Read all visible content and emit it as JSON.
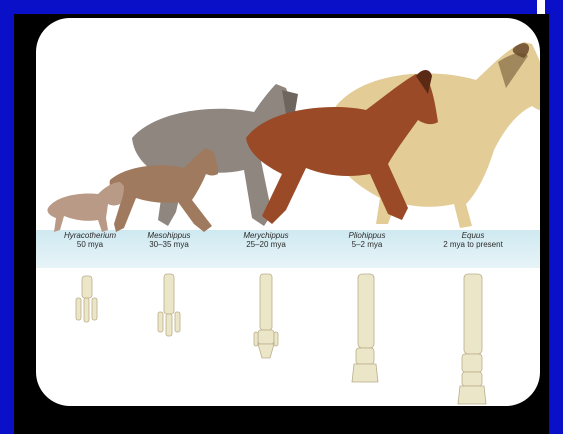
{
  "species": [
    {
      "name": "Hyracotherium",
      "age": "50 mya"
    },
    {
      "name": "Mesohippus",
      "age": "30–35 mya"
    },
    {
      "name": "Merychippus",
      "age": "25–20 mya"
    },
    {
      "name": "Pliohippus",
      "age": "5–2 mya"
    },
    {
      "name": "Equus",
      "age": "2 mya to present"
    }
  ],
  "colors": {
    "background": "#0a10c8",
    "frame": "#000000",
    "panel": "#ffffff",
    "band": "#d6edf4",
    "bone": "#ece6c8",
    "hyracotherium": "#b89a86",
    "mesohippus": "#a07a5e",
    "merychippus_gray": "#8f8680",
    "pliohippus": "#9a4a26",
    "equus": "#e3cc96"
  }
}
